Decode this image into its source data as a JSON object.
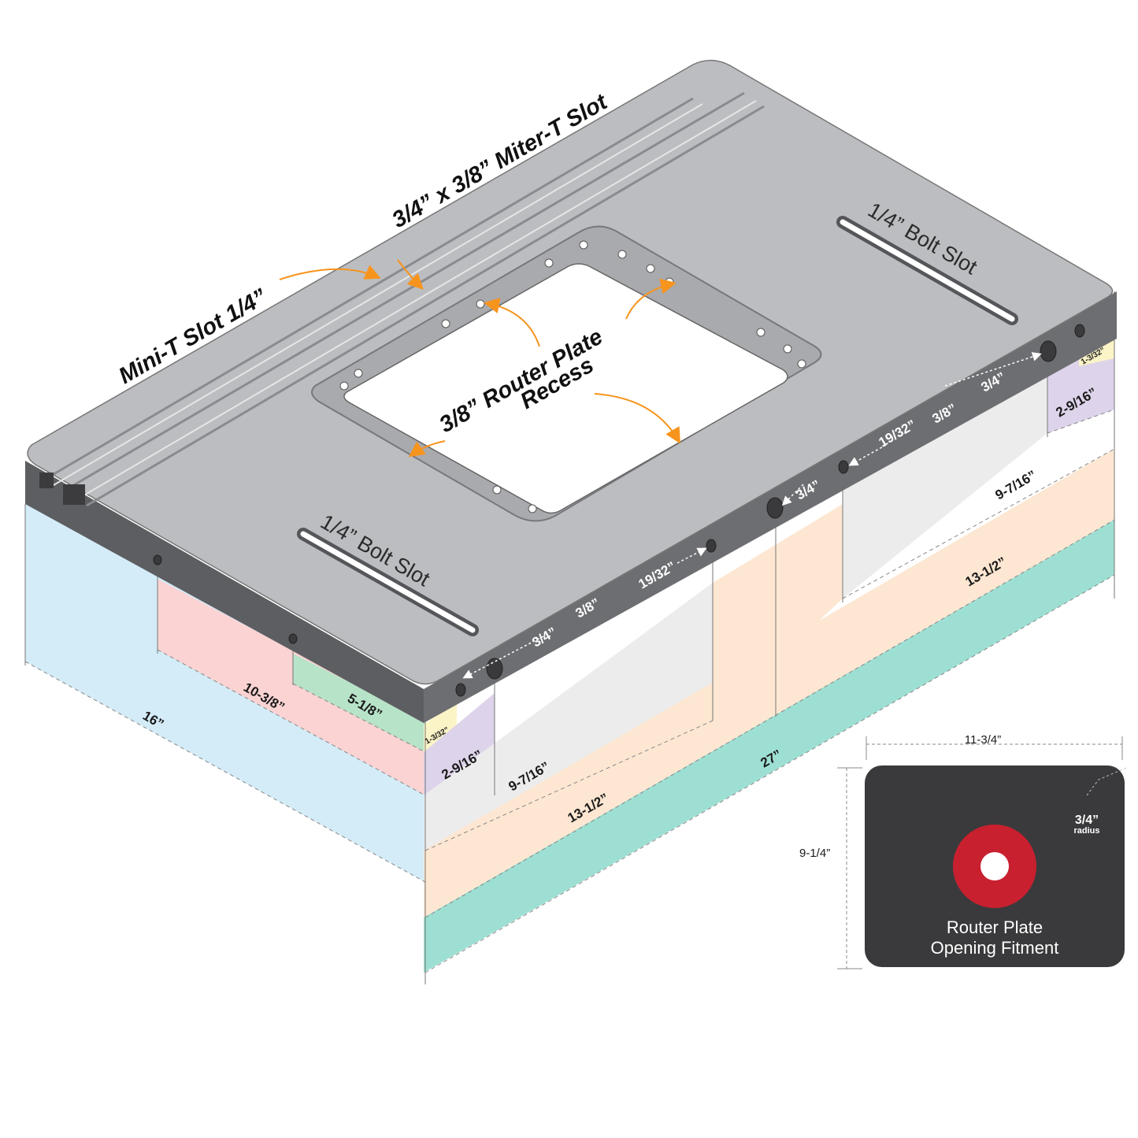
{
  "labels": {
    "mini_t_slot": "Mini-T Slot 1/4”",
    "miter_t_slot": "3/4” x 3/8” Miter-T Slot",
    "recess_line1": "3/8” Router Plate",
    "recess_line2": "Recess",
    "bolt_slot_left": "1/4” Bolt Slot",
    "bolt_slot_right": "1/4” Bolt Slot"
  },
  "front_dims": {
    "d_3_4_a": "3/4”",
    "d_3_8_a": "3/8”",
    "d_19_32_a": "19/32”",
    "d_3_4_mid": "3/4”",
    "d_19_32_b": "19/32”",
    "d_3_8_b": "3/8”",
    "d_3_4_b": "3/4”"
  },
  "left_dims": {
    "d16": "16”",
    "d10": "10-3/8”",
    "d5": "5-1/8”",
    "d1_3_32": "1-3/32”",
    "d2_9_16": "2-9/16”"
  },
  "bottom_dims": {
    "d9_7_16": "9-7/16”",
    "d13_1_2": "13-1/2”",
    "d27": "27”"
  },
  "right_dims": {
    "d1_3_32": "1-3/32”",
    "d2_9_16": "2-9/16”",
    "d9_7_16": "9-7/16”",
    "d13_1_2": "13-1/2”"
  },
  "fitment": {
    "width": "11-3/4”",
    "height": "9-1/4”",
    "radius_value": "3/4”",
    "radius_word": "radius",
    "title_line1": "Router Plate",
    "title_line2": "Opening Fitment"
  },
  "colors": {
    "table_top": "#bcbdc0",
    "table_edge": "#6d6e71",
    "blue_band": "#d3ecf8",
    "red_band": "#fbd3d3",
    "green_band": "#b7e3c9",
    "purple_band": "#ddd3ea",
    "yellow_band": "#fbf4c6",
    "gray_band": "#ececec",
    "peach_band": "#fde7d2",
    "teal_band": "#9edfd3",
    "arrow": "#f7941d",
    "fitment_panel": "#3a3a3c",
    "fitment_ring": "#c8202f"
  }
}
